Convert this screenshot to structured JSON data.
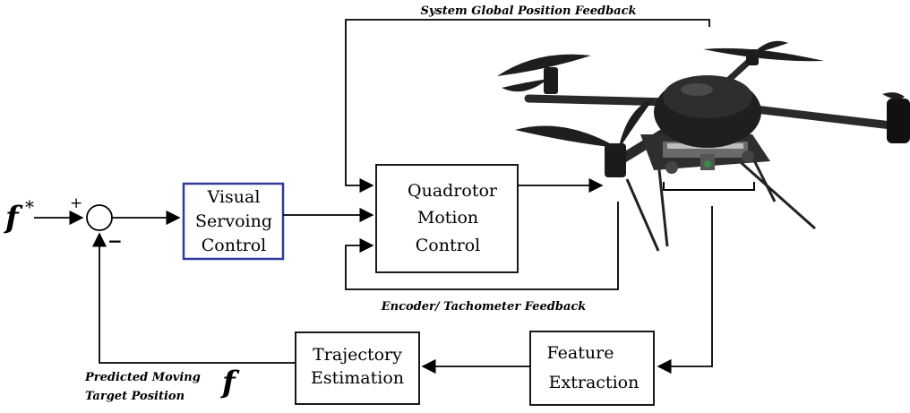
{
  "feedback_labels": {
    "global_position": "System Global Position Feedback",
    "encoder": "Encoder/ Tachometer Feedback",
    "predicted_line1": "Predicted Moving",
    "predicted_line2": "Target Position"
  },
  "input_symbol": {
    "letter": "f",
    "superscript": "*"
  },
  "output_symbol": "f",
  "summing_junction": {
    "plus": "+",
    "minus": "−"
  },
  "blocks": {
    "visual_servoing": {
      "line1": "Visual",
      "line2": "Servoing",
      "line3": "Control",
      "border_color": "#2e3a9c"
    },
    "quadrotor": {
      "line1": "Quadrotor",
      "line2": "Motion",
      "line3": "Control"
    },
    "feature": {
      "line1": "Feature",
      "line2": "Extraction"
    },
    "trajectory": {
      "line1": "Trajectory",
      "line2": "Estimation"
    }
  },
  "quadrotor_image": "quadrotor-drone-photo"
}
